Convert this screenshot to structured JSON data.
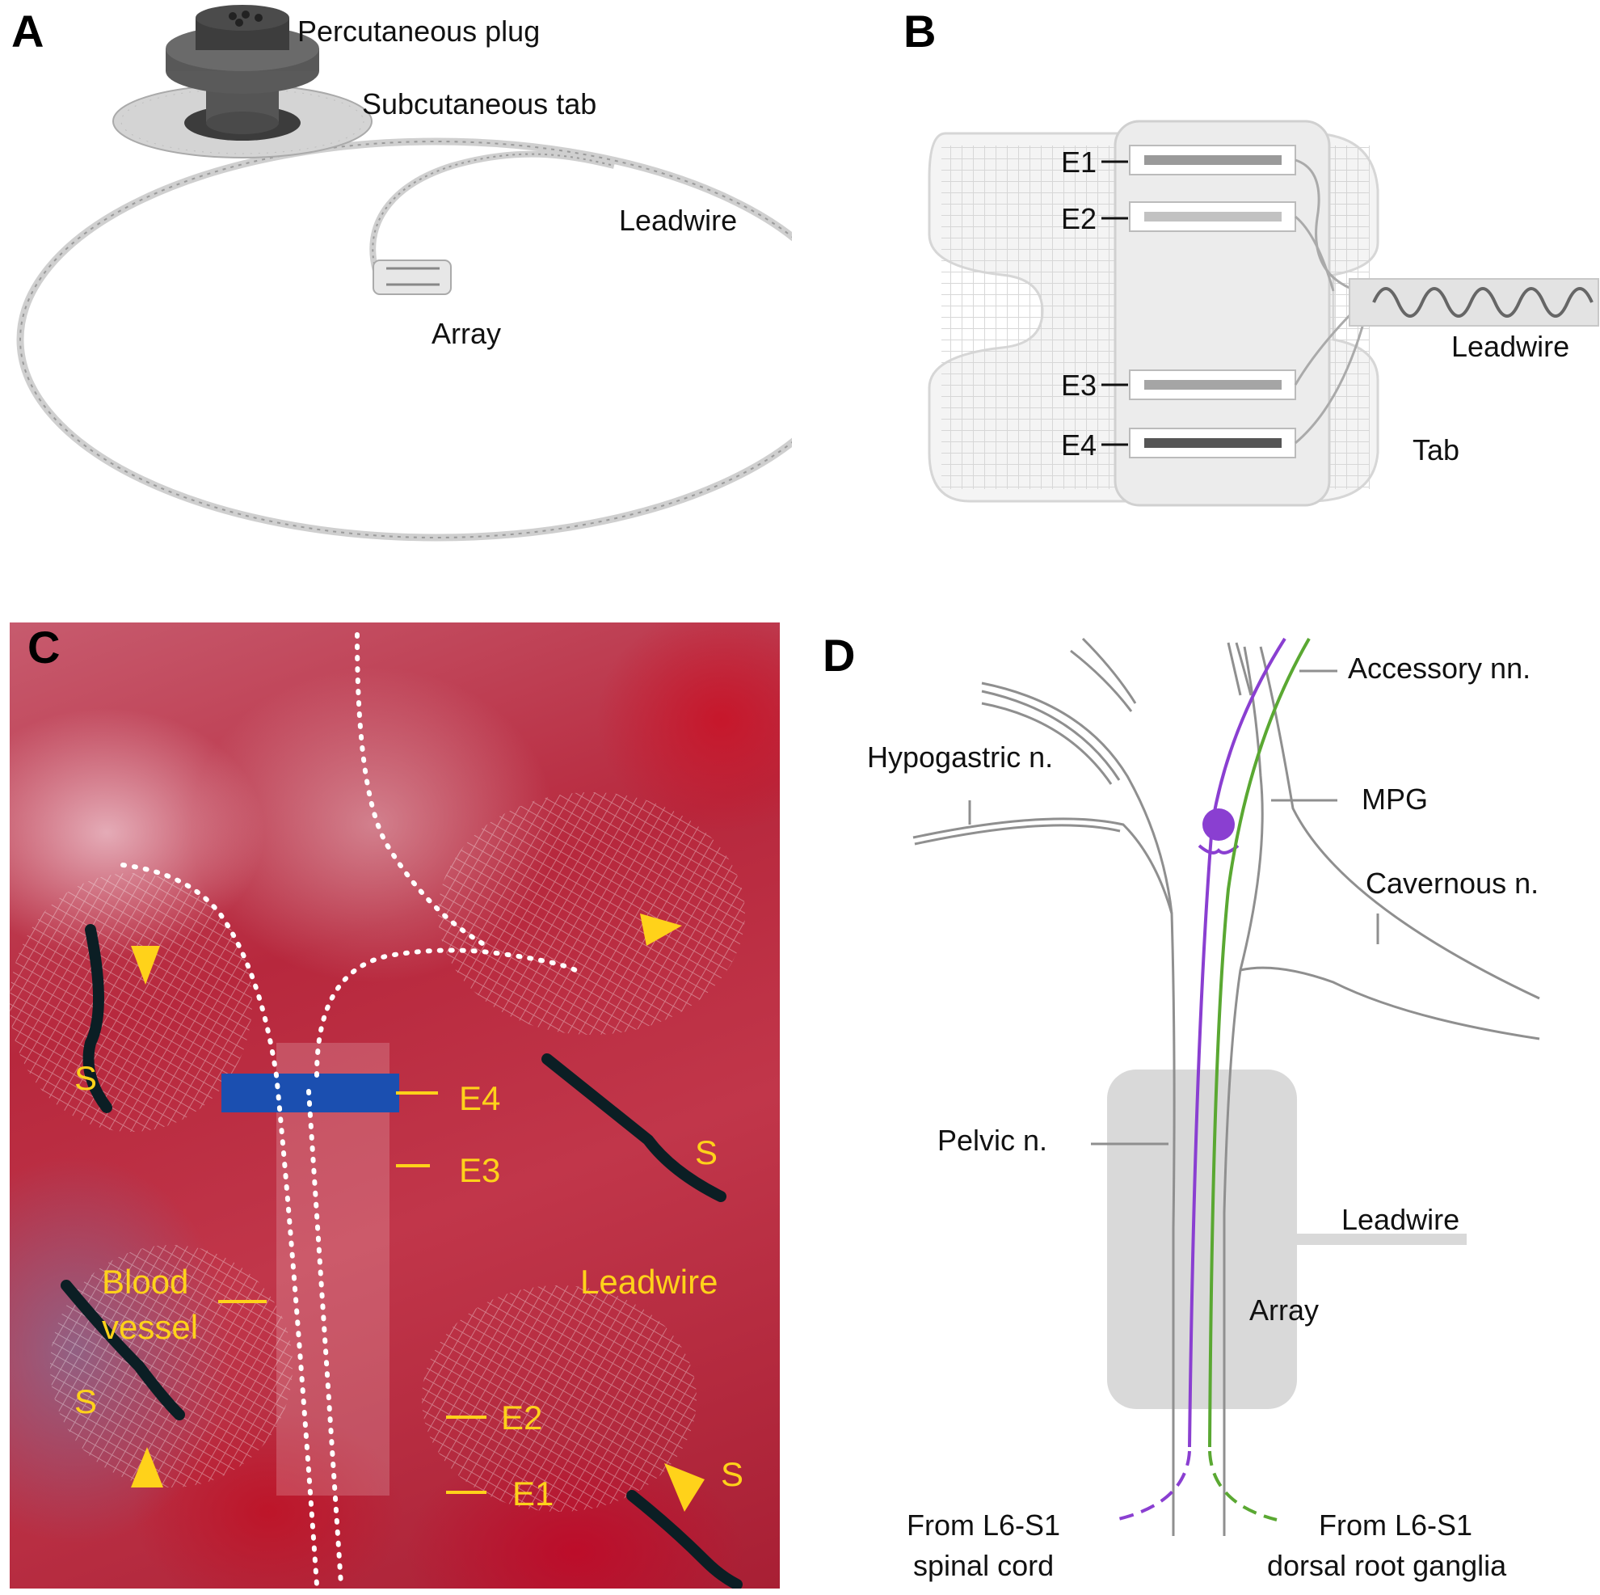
{
  "panels": {
    "a": {
      "letter": "A",
      "plug": "Percutaneous plug",
      "tab": "Subcutaneous tab",
      "leadwire": "Leadwire",
      "array": "Array"
    },
    "b": {
      "letter": "B",
      "e1": "E1",
      "e2": "E2",
      "e3": "E3",
      "e4": "E4",
      "leadwire": "Leadwire",
      "tab": "Tab"
    },
    "c": {
      "letter": "C",
      "e1": "E1",
      "e2": "E2",
      "e3": "E3",
      "e4": "E4",
      "leadwire": "Leadwire",
      "blood1": "Blood",
      "blood2": "vessel",
      "s": "S"
    },
    "d": {
      "letter": "D",
      "accessory": "Accessory nn.",
      "hypogastric": "Hypogastric n.",
      "mpg": "MPG",
      "cavernous": "Cavernous n.",
      "pelvic": "Pelvic n.",
      "leadwire": "Leadwire",
      "array": "Array",
      "from_cord_1": "From L6-S1",
      "from_cord_2": "spinal cord",
      "from_drg_1": "From L6-S1",
      "from_drg_2": "dorsal root ganglia"
    }
  },
  "colors": {
    "purple": "#8a3fd1",
    "green": "#5aa832",
    "yellow": "#ffd21a",
    "gray": "#8f8f8f"
  }
}
